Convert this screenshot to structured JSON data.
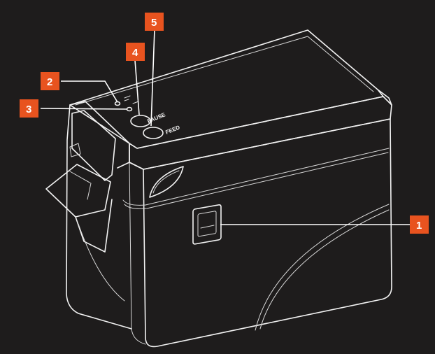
{
  "figure": {
    "background": "#1e1c1c",
    "line_color": "#f2f2f2",
    "accent": "#e8531f"
  },
  "buttons": {
    "pause_label": "PAUSE",
    "feed_label": "FEED"
  },
  "callouts": [
    {
      "number": "1",
      "target": "usb-port"
    },
    {
      "number": "2",
      "target": "status-led"
    },
    {
      "number": "3",
      "target": "error-led"
    },
    {
      "number": "4",
      "target": "pause-button"
    },
    {
      "number": "5",
      "target": "feed-button"
    }
  ]
}
